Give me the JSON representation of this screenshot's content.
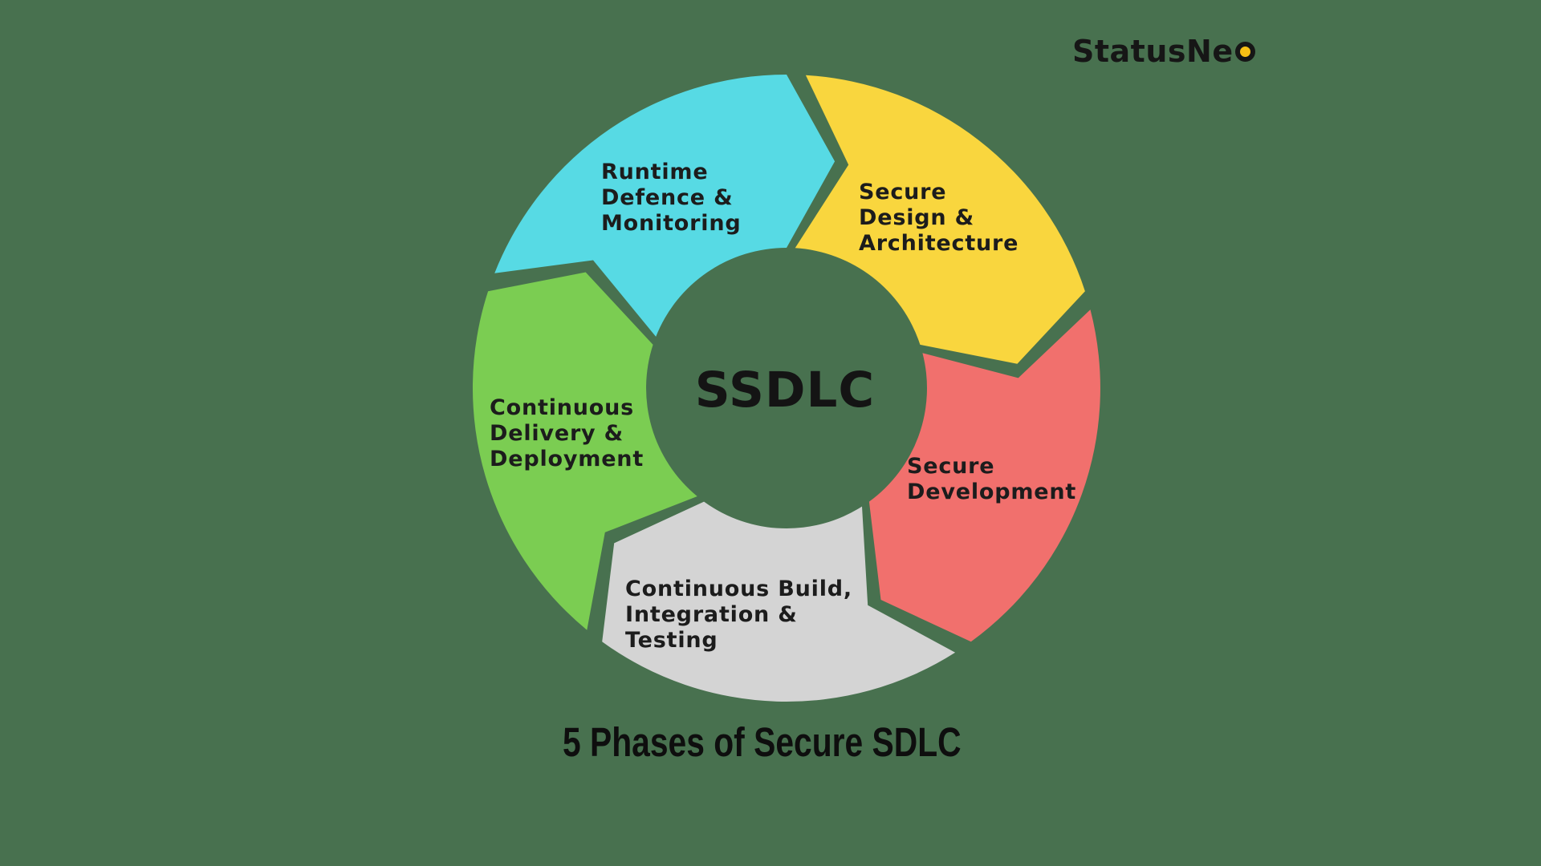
{
  "canvas": {
    "background_color": "#48714f",
    "text_color": "#1c1c1c"
  },
  "logo": {
    "text_regular": "Status",
    "text_bold": "Ne",
    "dot_color": "#f8c015"
  },
  "center_label": "SSDLC",
  "caption": "5 Phases of Secure SDLC",
  "chart_data": {
    "type": "cycle-diagram",
    "title": "5 Phases of Secure SDLC",
    "center_label": "SSDLC",
    "direction": "clockwise",
    "segment_count": 5,
    "segments": [
      {
        "id": "secure-design-architecture",
        "label": "Secure Design & Architecture",
        "label_lines": [
          "Secure",
          "Design &",
          "Architecture"
        ],
        "color": "#f9d63e",
        "start_angle_deg": 12,
        "end_angle_deg": 84
      },
      {
        "id": "secure-development",
        "label": "Secure Development",
        "label_lines": [
          "Secure",
          "Development"
        ],
        "color": "#f1706d",
        "start_angle_deg": 84,
        "end_angle_deg": 156
      },
      {
        "id": "continuous-build-integration-testing",
        "label": "Continuous Build, Integration & Testing",
        "label_lines": [
          "Continuous Build,",
          "Integration &",
          "Testing"
        ],
        "color": "#d4d4d4",
        "start_angle_deg": 156,
        "end_angle_deg": 228
      },
      {
        "id": "continuous-delivery-deployment",
        "label": "Continuous Delivery & Deployment",
        "label_lines": [
          "Continuous",
          "Delivery &",
          "Deployment"
        ],
        "color": "#7bcd52",
        "start_angle_deg": 228,
        "end_angle_deg": 300
      },
      {
        "id": "runtime-defence-monitoring",
        "label": "Runtime Defence & Monitoring",
        "label_lines": [
          "Runtime",
          "Defence &",
          "Monitoring"
        ],
        "color": "#57dae4",
        "start_angle_deg": 300,
        "end_angle_deg": 372
      }
    ]
  }
}
